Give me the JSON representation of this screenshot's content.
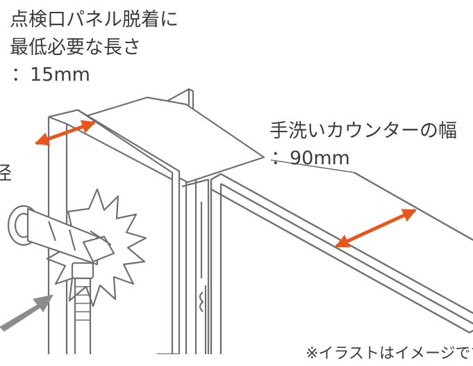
{
  "labels": {
    "panel_line1": "点検口パネル脱着に",
    "panel_line2": "最低必要な長さ",
    "panel_value": "：15mm",
    "counter_line1": "手洗いカウンターの幅",
    "counter_value": "：90mm",
    "left_cut_char": "径",
    "note": "※イラストはイメージです"
  },
  "colors": {
    "arrow": "#e8561c",
    "line": "#6f6f6f",
    "text": "#3b3b3b",
    "gray_arrow": "#8c8c8c"
  },
  "icons": {
    "panel_arrow": "double-headed-arrow-icon",
    "counter_arrow": "double-headed-arrow-icon",
    "pointer_arrow": "arrow-pointer-icon",
    "starburst": "starburst-burst-icon"
  }
}
